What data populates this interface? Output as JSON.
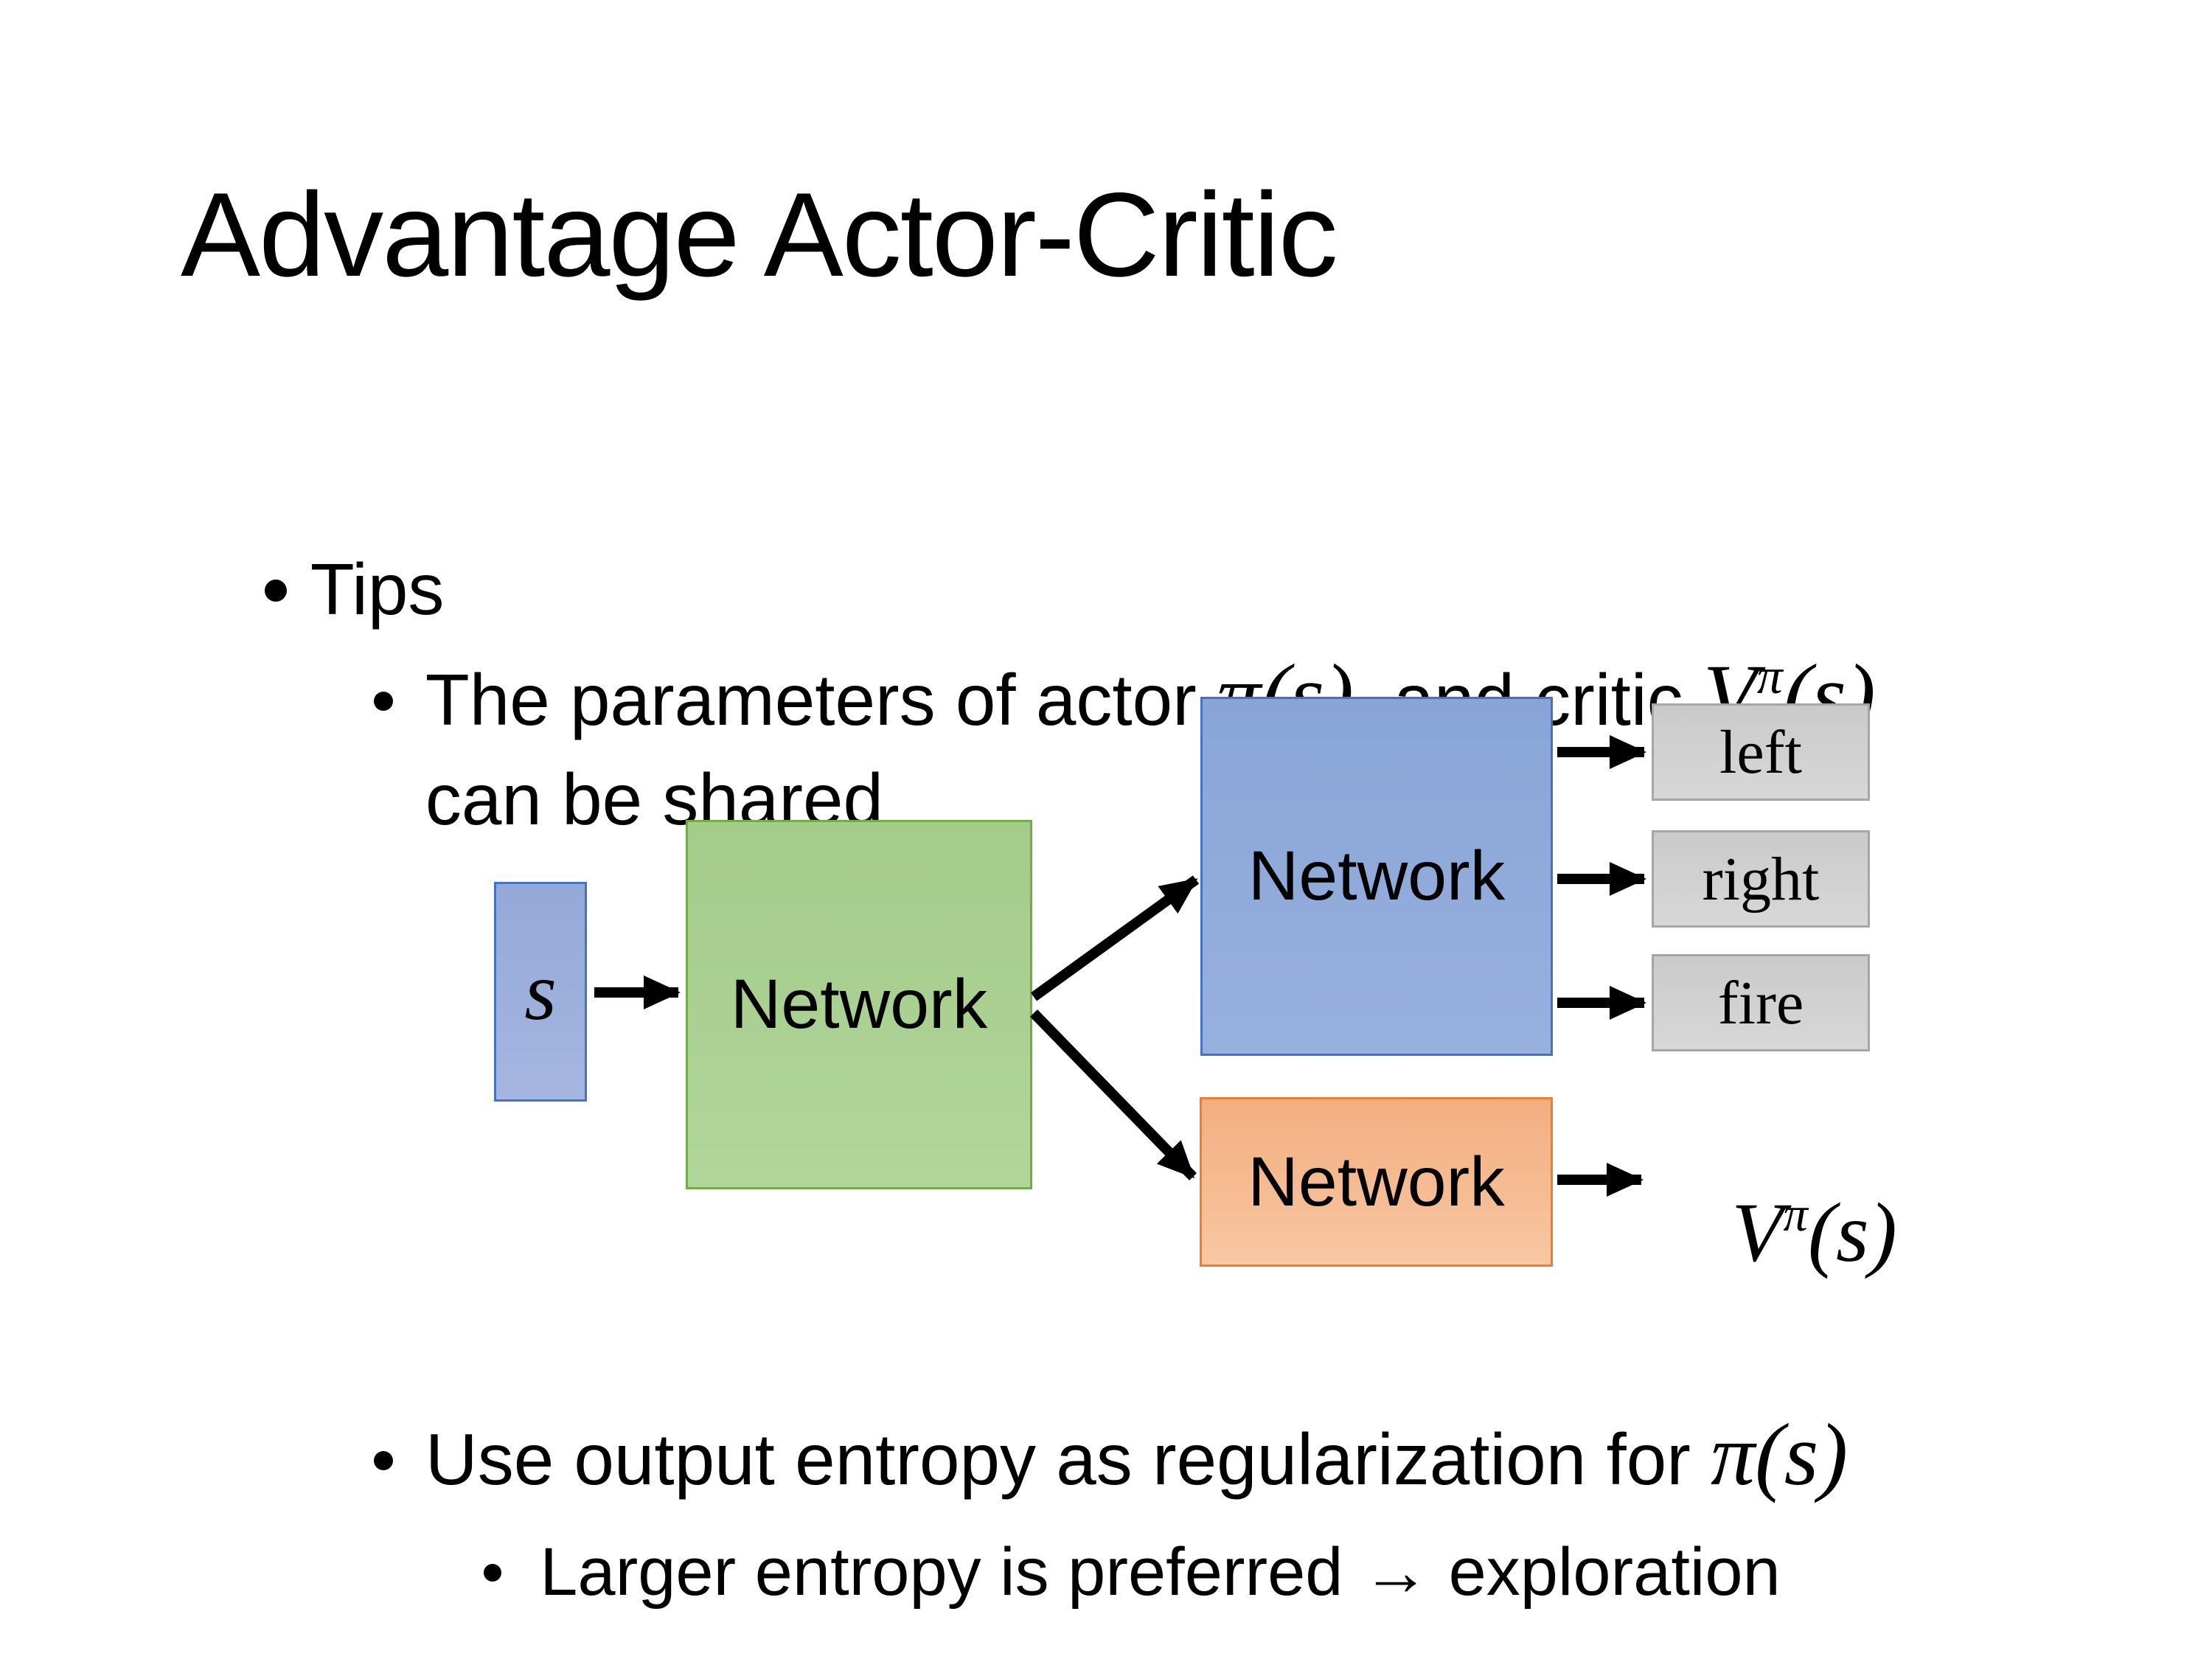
{
  "slide": {
    "title": "Advantage Actor-Critic",
    "bullets": {
      "tips": "Tips",
      "param_prefix": "The parameters of actor ",
      "param_math1": "π(s)",
      "param_mid": "  and critic ",
      "param_v": "V",
      "param_v_sup": "π",
      "param_v_arg": "(s)",
      "param_cont": "can be shared",
      "entropy_prefix": "Use output entropy as regularization for ",
      "entropy_math": "π(s)",
      "exploration": "Larger entropy is preferred → exploration"
    },
    "diagram": {
      "state_label": "s",
      "shared_network": "Network",
      "actor_network": "Network",
      "critic_network": "Network",
      "actions": [
        "left",
        "right",
        "fire"
      ],
      "critic_out_v": "V",
      "critic_out_sup": "π",
      "critic_out_arg": "(s)",
      "colors": {
        "state_fill": "#9badda",
        "state_border": "#4472c4",
        "shared_fill": "#a9d18e",
        "shared_border": "#70ad47",
        "actor_fill": "#8fa9db",
        "actor_border": "#4472c4",
        "critic_fill": "#f4b183",
        "critic_border": "#ed7d31",
        "action_fill": "#d2d1d1",
        "action_border": "#a6a6a6",
        "arrow": "#000000",
        "text": "#000000"
      }
    }
  }
}
